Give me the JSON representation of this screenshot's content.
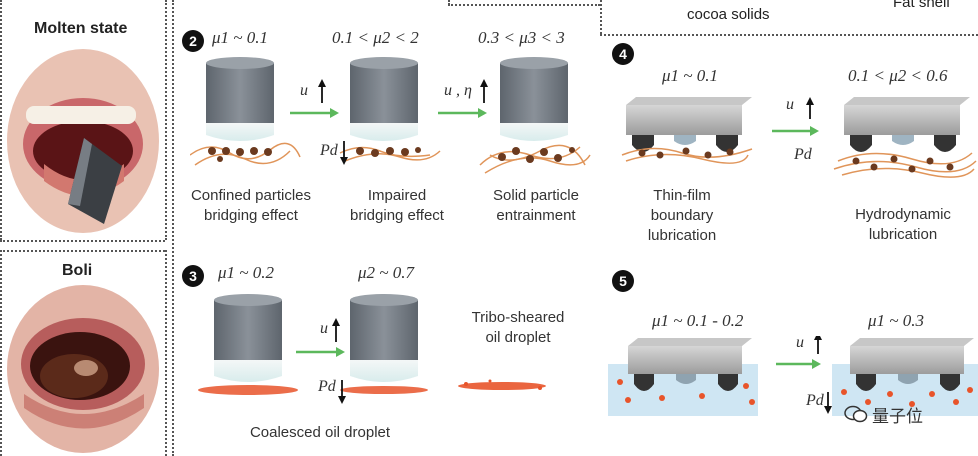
{
  "left_panel": {
    "molten_title": "Molten state",
    "boli_title": "Boli"
  },
  "top_strip": {
    "cocoa_label": "cocoa solids",
    "fat_label": "Fat shell"
  },
  "panel2": {
    "number": "2",
    "mu1": "μ1 ~ 0.1",
    "mu2": "0.1 < μ2 < 2",
    "mu3": "0.3 < μ3 < 3",
    "arrow1_label": "u",
    "arrow2_label": "u , η",
    "pd_label": "Pd",
    "cap1_line1": "Confined particles",
    "cap1_line2": "bridging effect",
    "cap2_line1": "Impaired",
    "cap2_line2": "bridging effect",
    "cap3_line1": "Solid particle",
    "cap3_line2": "entrainment"
  },
  "panel3": {
    "number": "3",
    "mu1": "μ1 ~ 0.2",
    "mu2": "μ2 ~ 0.7",
    "arrow_label": "u",
    "pd_label": "Pd",
    "tribo_line1": "Tribo-sheared",
    "tribo_line2": "oil droplet",
    "caption": "Coalesced oil droplet"
  },
  "panel4": {
    "number": "4",
    "mu1": "μ1 ~ 0.1",
    "mu2": "0.1 < μ2 < 0.6",
    "arrow_label": "u",
    "pd_label": "Pd",
    "cap1_line1": "Thin-film",
    "cap1_line2": "boundary",
    "cap1_line3": "lubrication",
    "cap2_line1": "Hydrodynamic",
    "cap2_line2": "lubrication"
  },
  "panel5": {
    "number": "5",
    "mu1": "μ1 ~ 0.1 - 0.2",
    "mu2": "μ1 ~ 0.3",
    "arrow_label": "u",
    "pd_label": "Pd"
  },
  "watermark": "量子位",
  "colors": {
    "cylinder": "#6f7780",
    "green_arrow": "#5cb85c",
    "fiber": "#e0955a",
    "particle": "#6b3a1f",
    "oil": "#e8542a",
    "block": "#a9a9a9",
    "liquid": "#cfe6f3"
  }
}
